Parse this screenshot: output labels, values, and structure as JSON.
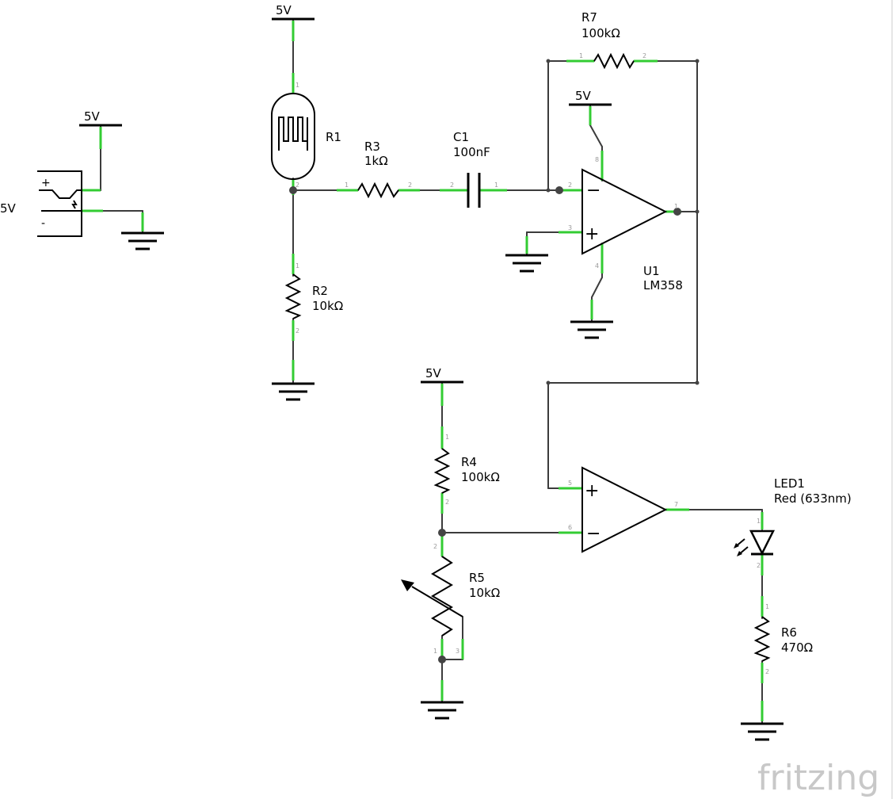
{
  "components": {
    "r1": {
      "ref": "R1"
    },
    "r2": {
      "ref": "R2",
      "value": "10kΩ"
    },
    "r3": {
      "ref": "R3",
      "value": "1kΩ"
    },
    "c1": {
      "ref": "C1",
      "value": "100nF"
    },
    "r7": {
      "ref": "R7",
      "value": "100kΩ"
    },
    "u1": {
      "ref": "U1",
      "value": "LM358"
    },
    "r4": {
      "ref": "R4",
      "value": "100kΩ"
    },
    "r5": {
      "ref": "R5",
      "value": "10kΩ"
    },
    "led1": {
      "ref": "LED1",
      "value": "Red (633nm)"
    },
    "r6": {
      "ref": "R6",
      "value": "470Ω"
    },
    "jack": {
      "value": "5V"
    }
  },
  "power": {
    "vcc_label": "5V"
  },
  "opamp": {
    "minus": "−",
    "plus": "+"
  },
  "jack_marks": {
    "plus": "+",
    "minus": "-"
  },
  "pins": {
    "p1": "1",
    "p2": "2",
    "p3": "3",
    "p4": "4",
    "p5": "5",
    "p6": "6",
    "p7": "7",
    "p8": "8"
  },
  "brand": "fritzing"
}
